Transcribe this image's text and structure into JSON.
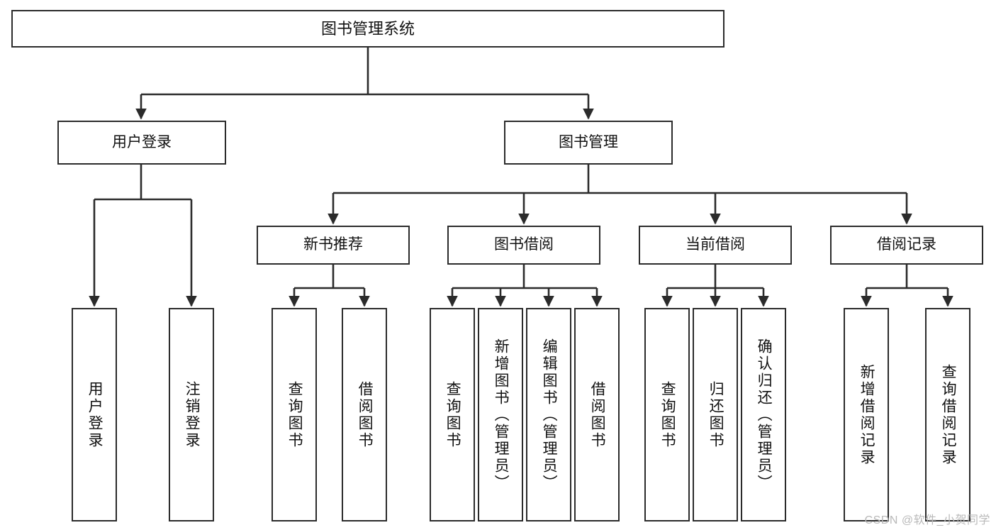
{
  "diagram": {
    "title": "图书管理系统",
    "type": "tree",
    "watermark": "CSDN @软件_小贺同学",
    "colors": {
      "box_border": "#2b2b2b",
      "box_fill": "#ffffff",
      "connector": "#2b2b2b",
      "text": "#111111",
      "watermark": "#b9b9b9",
      "background": "#ffffff"
    },
    "root": {
      "label": "图书管理系统"
    },
    "level2": [
      {
        "label": "用户登录"
      },
      {
        "label": "图书管理"
      }
    ],
    "level3": [
      {
        "label": "新书推荐"
      },
      {
        "label": "图书借阅"
      },
      {
        "label": "当前借阅"
      },
      {
        "label": "借阅记录"
      }
    ],
    "leaves": {
      "user_login": [
        {
          "label": "用户登录"
        },
        {
          "label": "注销登录"
        }
      ],
      "new_book_recommend": [
        {
          "label": "查询图书"
        },
        {
          "label": "借阅图书"
        }
      ],
      "book_borrow": [
        {
          "label": "查询图书"
        },
        {
          "label": "新增图书（管理员）"
        },
        {
          "label": "编辑图书（管理员）"
        },
        {
          "label": "借阅图书"
        }
      ],
      "current_borrow": [
        {
          "label": "查询图书"
        },
        {
          "label": "归还图书"
        },
        {
          "label": "确认归还（管理员）"
        }
      ],
      "borrow_record": [
        {
          "label": "新增借阅记录"
        },
        {
          "label": "查询借阅记录"
        }
      ]
    }
  }
}
